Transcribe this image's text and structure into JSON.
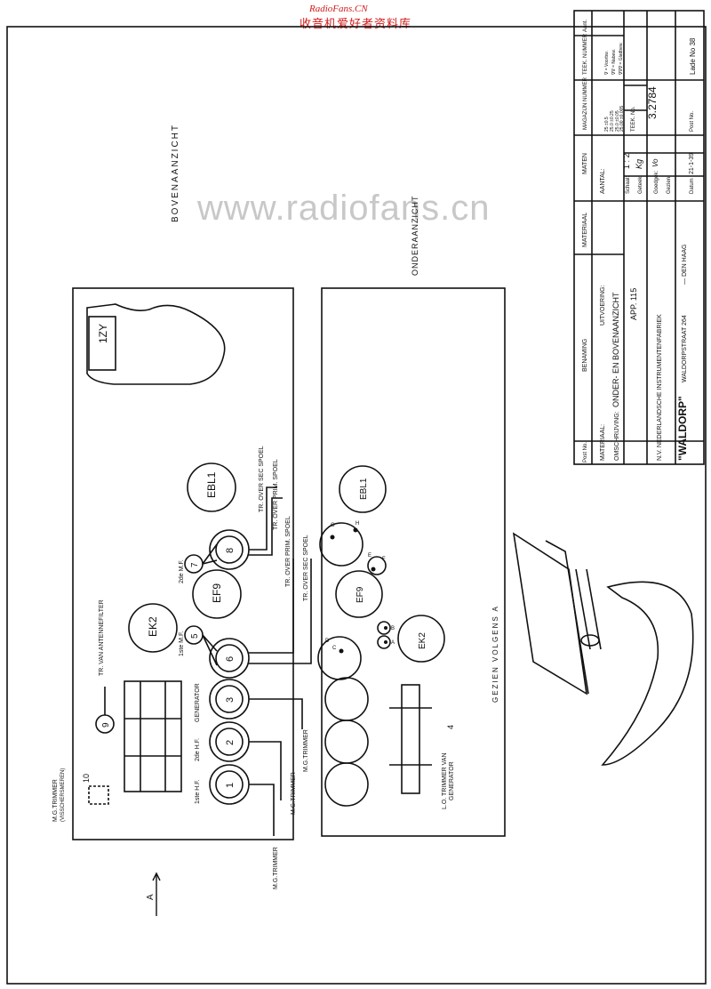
{
  "watermark": {
    "top_cn": "收音机爱好者资料库",
    "top_en": "RadioFans.CN",
    "center": "www.radiofans.cn"
  },
  "views": {
    "top_view_title": "BOVENAANZICHT",
    "bottom_view_title": "ONDERAANZICHT",
    "seen_from": "GEZIEN VOLGENS A",
    "arrow_label": "A",
    "tubes": [
      "1ZY",
      "EK2",
      "EF9",
      "EBL1"
    ],
    "bottom_tubes": [
      "EK2",
      "EF9",
      "EBL1"
    ],
    "circles": [
      "1",
      "2",
      "3",
      "5",
      "6",
      "7",
      "8",
      "9",
      "10"
    ],
    "labels": {
      "mg_trimmer_top": "M.G.TRIMMER",
      "mg_trimmer_top_sub": "(VISSCHERSMEREN)",
      "tr_antenna": "TR. VAN ANTENNEFILTER",
      "hf1": "1ste H.F.",
      "hf2": "2de H.F.",
      "generator": "GENERATOR",
      "mf1": "1ste M.F.",
      "mf2": "2de M.F.",
      "mg_trimmer_1": "M.G.TRIMMER",
      "mg_trimmer_2": "M.G.TRIMMER",
      "mg_trimmer_3": "M.G.TRIMMER",
      "tr_sec_1": "TR. OVER SEC SPOEL",
      "tr_prim_1": "TR. OVER PRIM. SPOEL",
      "tr_prim_2": "TR. OVER PRIM. SPOEL",
      "tr_sec_2": "TR. OVER SEC SPOEL",
      "lo_trimmer": "L.O. TRIMMER VAN",
      "lo_trimmer_2": "GENERATOR",
      "pin_letters": [
        "A",
        "B",
        "C",
        "D",
        "E",
        "F",
        "G",
        "H"
      ],
      "small_4": "4"
    }
  },
  "title_block": {
    "headers": [
      "Post No.",
      "BENAMING",
      "MATERIAAL",
      "MATEN",
      "MAGAZIJN NUMMER",
      "TEEK. NUMMER",
      "Aant."
    ],
    "materiaal_label": "MATERIAAL:",
    "uitvoering_label": "UITVOERING:",
    "omschrijving_label": "OMSCHRIJVING:",
    "omschrijving_value": "ONDER- EN BOVENAANZICHT",
    "app_value": "APP. 115",
    "company_line1": "N.V. NEDERLANDSCHE INSTRUMENTENFABRIEK",
    "company_name": "\"WALDORP\"",
    "company_address": "WALDORPSTRAAT 264",
    "company_city": "— DEN HAAG",
    "aantal_label": "AANTAL:",
    "schaal_label": "Schaal:",
    "schaal_value": "1 : 2",
    "geteek_label": "Geteek:",
    "geteek_value": "Kg",
    "goedgek_label": "Goedgek:",
    "goedgek_value": "Vo",
    "gezien_label": "Gezien:",
    "datum_label": "Datum",
    "datum_value": "21-1-39",
    "tolerances": [
      "25   ±0.5",
      "25.0  ±0.25",
      "25.0  ±0.05",
      "25.00 ±0.005"
    ],
    "teek_no_label": "TEEK. No.",
    "teek_no_value": "3.2784",
    "post_no_label": "Post No.",
    "finish": [
      "∇ = Voorbw.",
      "∇∇ = Nabew.",
      "∇∇∇ = Gladbew."
    ],
    "lade": "Lade No 38"
  }
}
